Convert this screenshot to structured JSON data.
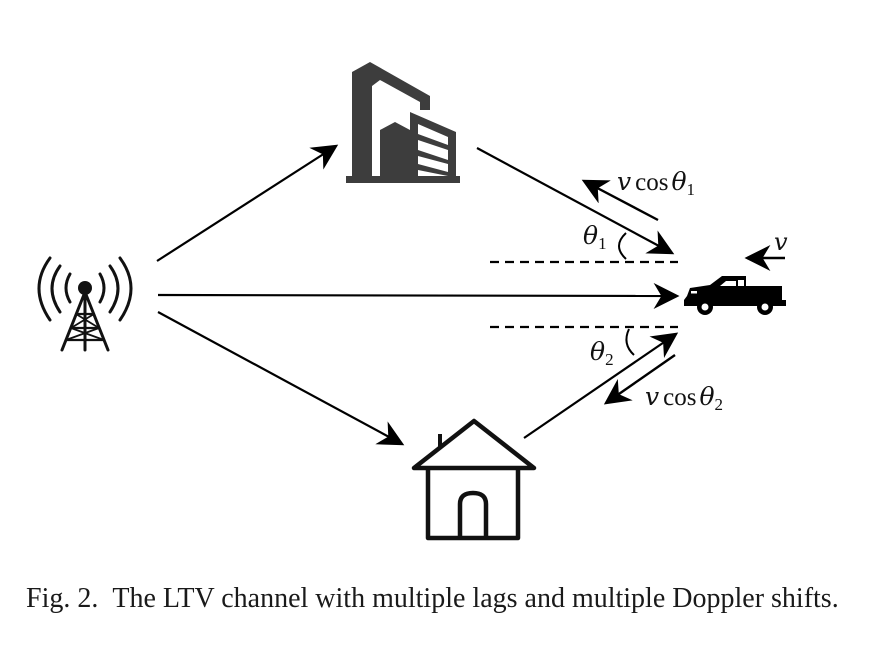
{
  "figure": {
    "type": "diagram",
    "subject": "LTV wireless channel with multipath propagation",
    "nodes": [
      {
        "id": "tower",
        "icon": "cell-tower-icon",
        "role": "transmitter"
      },
      {
        "id": "building",
        "icon": "office-building-icon",
        "role": "scatterer"
      },
      {
        "id": "house",
        "icon": "house-icon",
        "role": "scatterer"
      },
      {
        "id": "truck",
        "icon": "pickup-truck-icon",
        "role": "receiver"
      }
    ],
    "paths": [
      {
        "from": "tower",
        "to": "building"
      },
      {
        "from": "building",
        "to": "truck"
      },
      {
        "from": "tower",
        "to": "truck",
        "kind": "line-of-sight"
      },
      {
        "from": "tower",
        "to": "house"
      },
      {
        "from": "house",
        "to": "truck"
      }
    ],
    "labels": {
      "theta1_sym": "θ",
      "theta1_sub": "1",
      "theta2_sym": "θ",
      "theta2_sub": "2",
      "vcos1_v": "v",
      "vcos1_cos": "cos",
      "vcos1_theta": "θ",
      "vcos1_sub": "1",
      "vcos2_v": "v",
      "vcos2_cos": "cos",
      "vcos2_theta": "θ",
      "vcos2_sub": "2",
      "velocity": "v"
    }
  },
  "caption": {
    "label": "Fig. 2.",
    "text": "The LTV channel with multiple lags and multiple Doppler shifts."
  }
}
